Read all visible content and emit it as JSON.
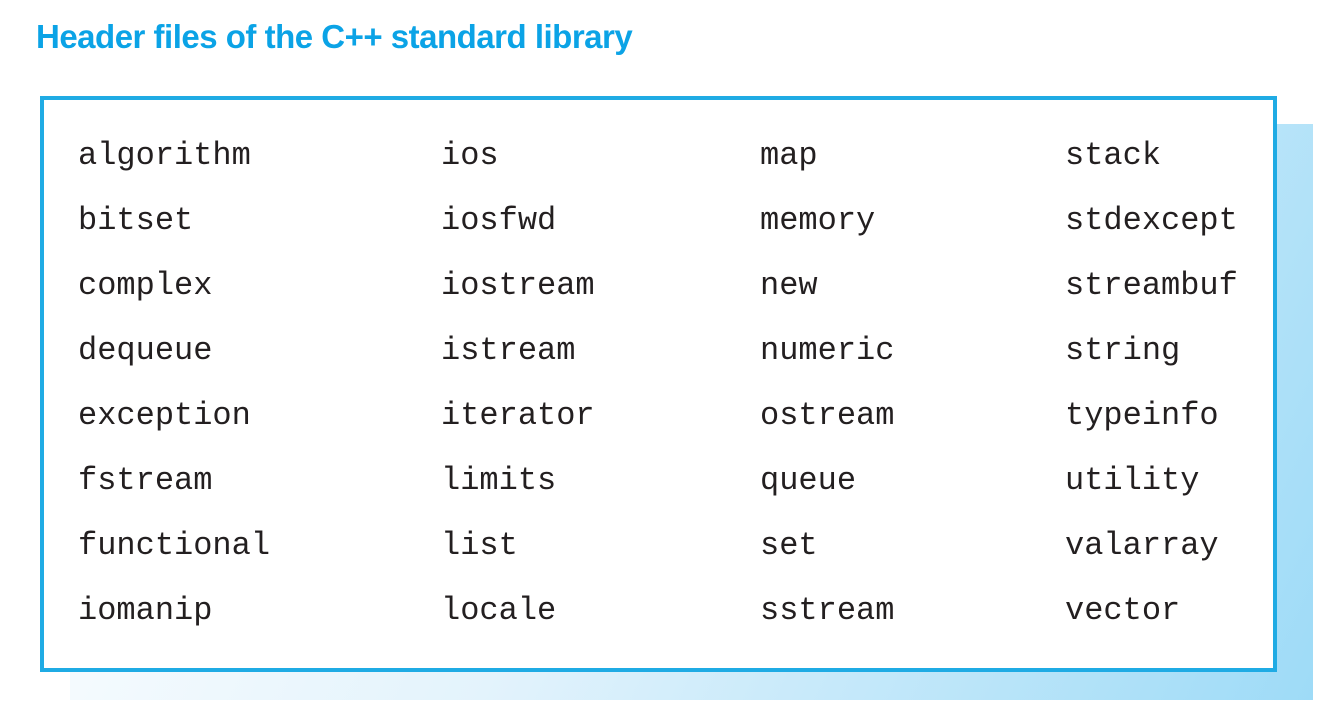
{
  "figure": {
    "title": "Header files of the C++ standard library",
    "columns": [
      {
        "items": [
          "algorithm",
          "bitset",
          "complex",
          "dequeue",
          "exception",
          "fstream",
          "functional",
          "iomanip"
        ]
      },
      {
        "items": [
          "ios",
          "iosfwd",
          "iostream",
          "istream",
          "iterator",
          "limits",
          "list",
          "locale"
        ]
      },
      {
        "items": [
          "map",
          "memory",
          "new",
          "numeric",
          "ostream",
          "queue",
          "set",
          "sstream"
        ]
      },
      {
        "items": [
          "stack",
          "stdexcept",
          "streambuf",
          "string",
          "typeinfo",
          "utility",
          "valarray",
          "vector"
        ]
      }
    ]
  },
  "colors": {
    "accent": "#0ba3e6",
    "border": "#1fabe4",
    "text": "#231f20",
    "shadow_start": "#ffffff",
    "shadow_mid": "#e3f3fc",
    "shadow_end": "#9edbf7"
  }
}
